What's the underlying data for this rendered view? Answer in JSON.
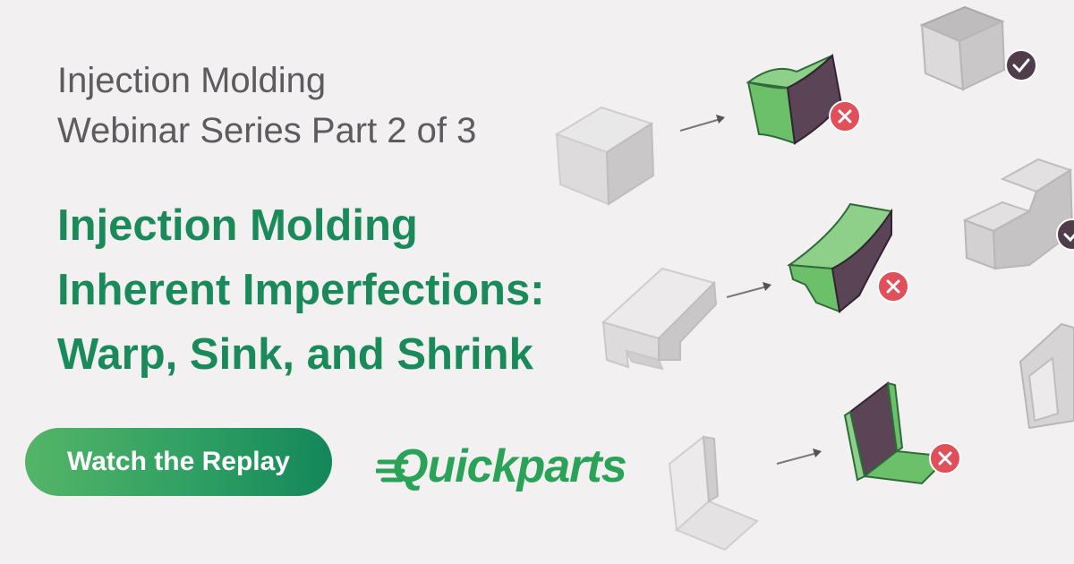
{
  "banner": {
    "series_line_1": "Injection Molding",
    "series_line_2": "Webinar Series Part 2 of 3",
    "headline_line_1": "Injection Molding",
    "headline_line_2": "Inherent Imperfections:",
    "headline_line_3": "Warp, Sink, and Shrink",
    "cta_label": "Watch the Replay",
    "logo_text": "Quickparts"
  },
  "colors": {
    "background": "#f2f0f1",
    "headline_green": "#1b8a5a",
    "part_green": "#6cc06a",
    "part_purple": "#5c4457",
    "reject_red": "#e0505a",
    "approve_dark": "#4f3d4c",
    "gray_part": "#d6d4d5"
  },
  "icons": [
    "reject-icon",
    "approve-icon",
    "arrow-icon",
    "speed-lines-icon"
  ]
}
